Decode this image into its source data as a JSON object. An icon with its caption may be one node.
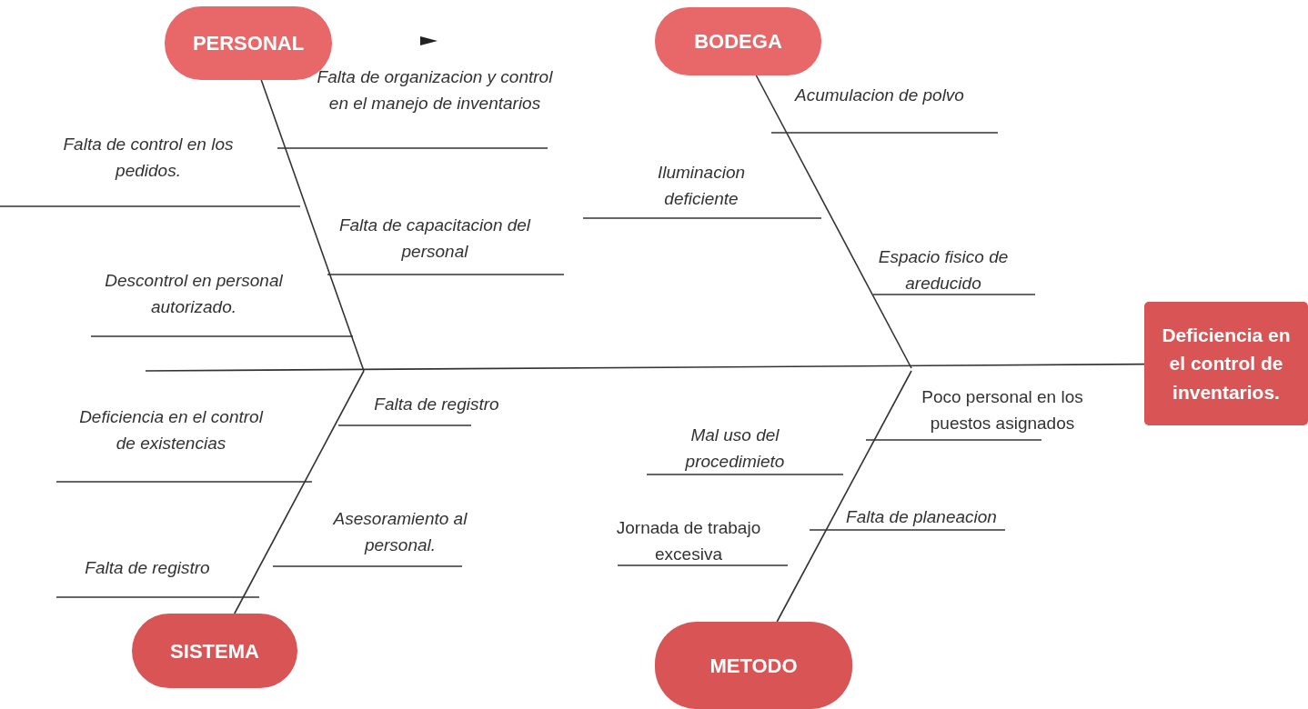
{
  "diagram": {
    "nodes": [
      {
        "text": [
          "PERSONAL"
        ]
      },
      {
        "text": [
          "BODEGA"
        ]
      },
      {
        "text": [
          "Deficiencia en el control de inventarios."
        ]
      },
      {
        "text": [
          "SISTEMA"
        ]
      },
      {
        "text": [
          "METODO"
        ]
      }
    ],
    "edges": [
      {
        "from": 0,
        "to": null,
        "arrow": "none"
      },
      {
        "from": 1,
        "to": null,
        "arrow": "none"
      },
      {
        "from": null,
        "to": 2,
        "arrow": "none"
      },
      {
        "from": 3,
        "to": null,
        "arrow": "none"
      },
      {
        "from": 4,
        "to": null,
        "arrow": "none"
      }
    ],
    "labels": [
      "Falta de organizacion y control en el manejo de inventarios",
      "Falta de control en los pedidos.",
      "Falta de capacitacion del personal",
      "Descontrol en personal autorizado.",
      "Acumulacion de polvo",
      "Iluminacion deficiente",
      "Espacio fisico de areducido",
      "Falta de registro",
      "Deficiencia en el control de existencias",
      "Asesoramiento al personal.",
      "Falta de registro",
      "Poco personal en los puestos asignados",
      "Mal uso del procedimieto",
      "Falta de planeacion",
      "Jornada de trabajo excesiva"
    ]
  }
}
